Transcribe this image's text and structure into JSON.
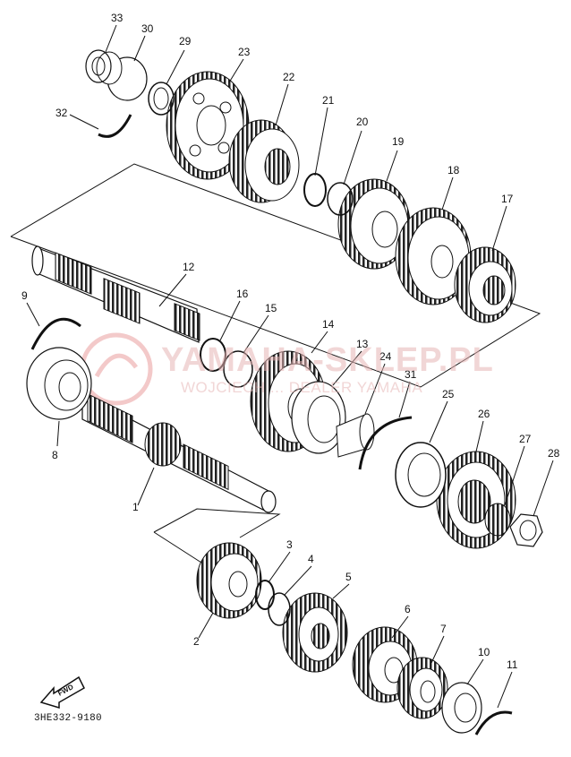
{
  "diagram_code": "3HE332-9180",
  "fwd_label": "FWD",
  "watermark": {
    "brand": "YAMAHA-SKLEP.PL",
    "subtitle": "WOJCIECH ... DEALER YAMAHA"
  },
  "callouts": [
    "1",
    "2",
    "3",
    "4",
    "5",
    "6",
    "7",
    "8",
    "9",
    "10",
    "11",
    "12",
    "13",
    "14",
    "15",
    "16",
    "17",
    "18",
    "19",
    "20",
    "21",
    "22",
    "23",
    "24",
    "25",
    "26",
    "27",
    "28",
    "29",
    "30",
    "31",
    "32",
    "33"
  ]
}
